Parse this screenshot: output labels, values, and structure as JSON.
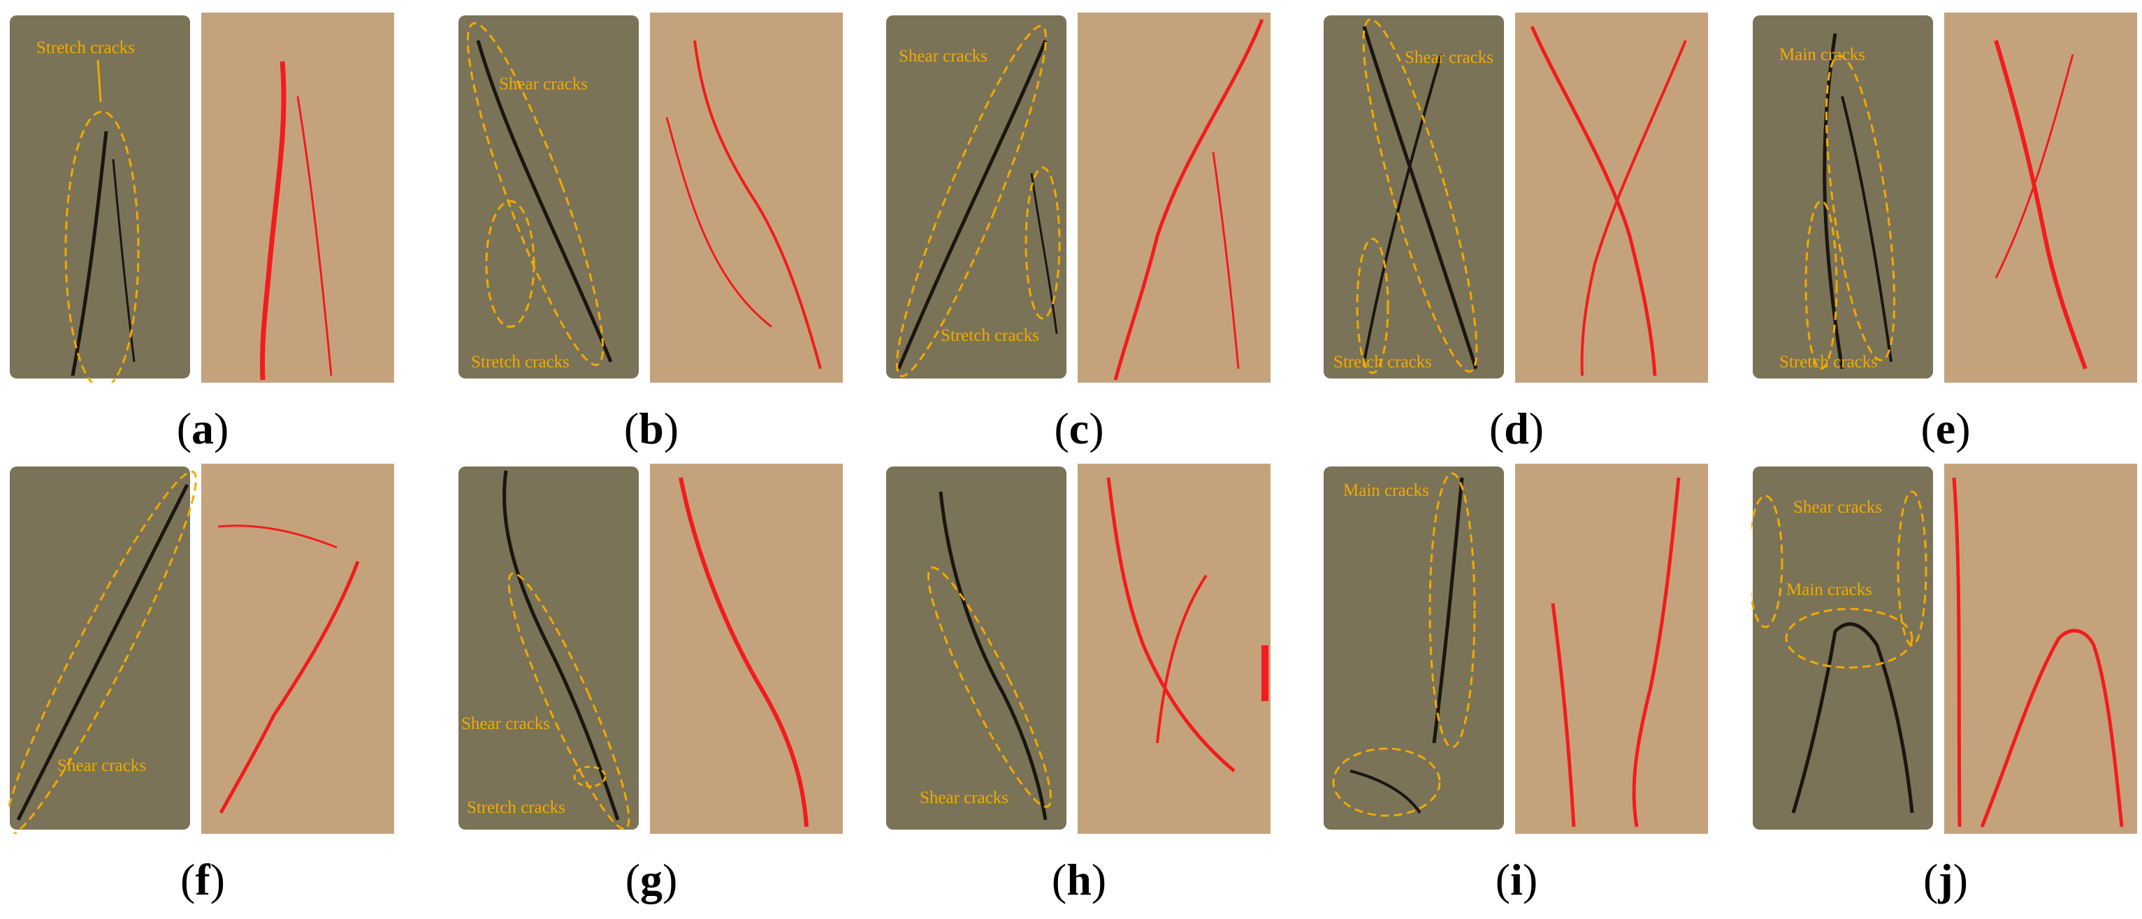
{
  "panels": [
    {
      "id": "a",
      "caption": "a",
      "labels": [
        "Stretch cracks"
      ]
    },
    {
      "id": "b",
      "caption": "b",
      "labels": [
        "Shear cracks",
        "Stretch cracks"
      ]
    },
    {
      "id": "c",
      "caption": "c",
      "labels": [
        "Shear cracks",
        "Stretch cracks"
      ]
    },
    {
      "id": "d",
      "caption": "d",
      "labels": [
        "Shear cracks",
        "Stretch cracks"
      ]
    },
    {
      "id": "e",
      "caption": "e",
      "labels": [
        "Main cracks",
        "Stretch cracks"
      ]
    },
    {
      "id": "f",
      "caption": "f",
      "labels": [
        "Shear cracks"
      ]
    },
    {
      "id": "g",
      "caption": "g",
      "labels": [
        "Shear cracks",
        "Stretch cracks"
      ]
    },
    {
      "id": "h",
      "caption": "h",
      "labels": [
        "Shear cracks"
      ]
    },
    {
      "id": "i",
      "caption": "i",
      "labels": [
        "Main cracks"
      ]
    },
    {
      "id": "j",
      "caption": "j",
      "labels": [
        "Shear cracks",
        "Main cracks"
      ]
    }
  ],
  "colors": {
    "rock": "#7a7358",
    "sketch_bg": "#c4a37c",
    "crack_trace": "#f21c1c",
    "annotation": "#f2a900"
  }
}
